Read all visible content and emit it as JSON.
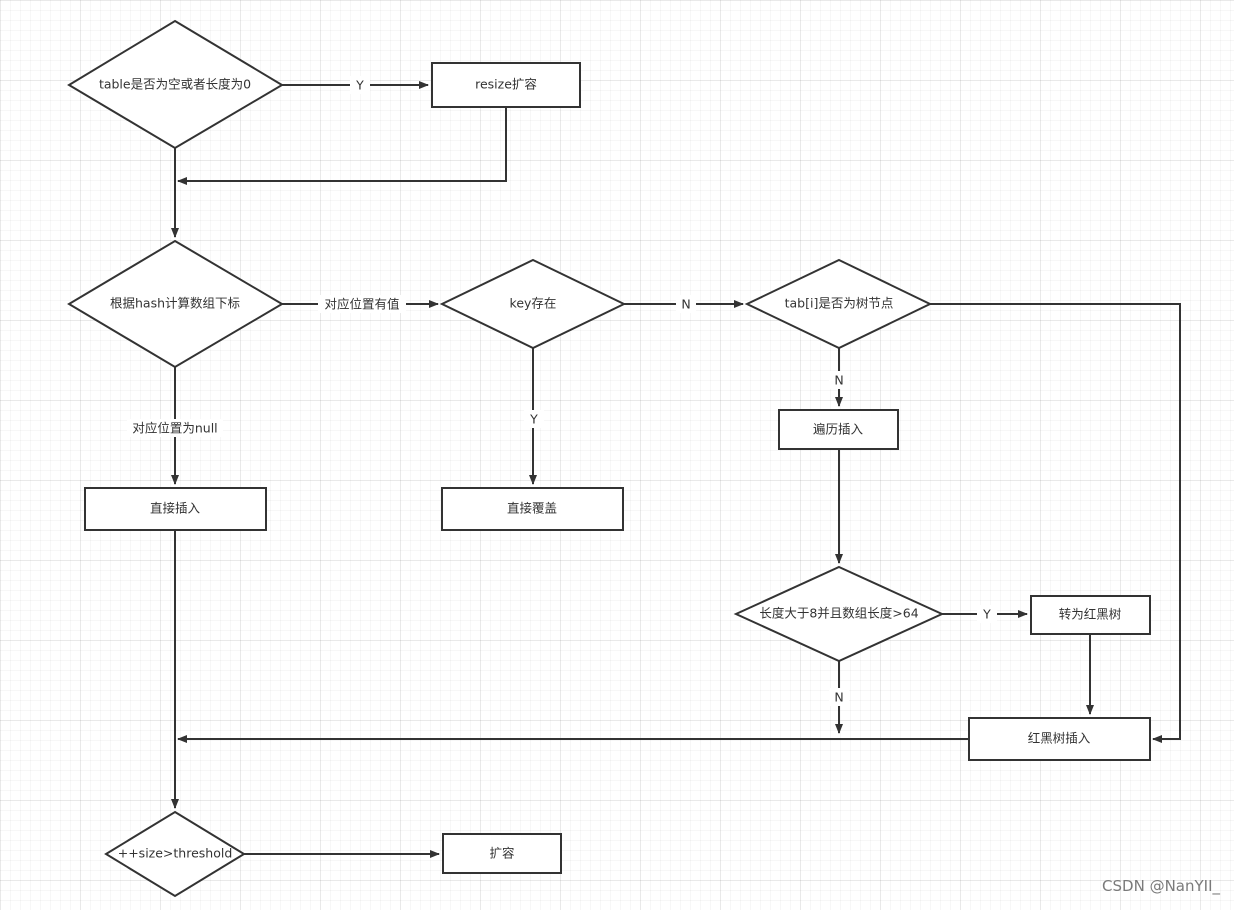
{
  "nodes": {
    "check_table": "table是否为空或者长度为0",
    "resize": "resize扩容",
    "calc_index": "根据hash计算数组下标",
    "key_exists": "key存在",
    "is_tree_node": "tab[i]是否为树节点",
    "traverse_insert": "遍历插入",
    "direct_insert": "直接插入",
    "direct_overwrite": "直接覆盖",
    "length_check": "长度大于8并且数组长度>64",
    "to_red_black": "转为红黑树",
    "red_black_insert": "红黑树插入",
    "size_check": "++size>threshold",
    "expand": "扩容"
  },
  "edge_labels": {
    "table_yes": "Y",
    "slot_has_value": "对应位置有值",
    "key_no": "N",
    "key_yes": "Y",
    "tree_no": "N",
    "slot_null": "对应位置为null",
    "length_yes": "Y",
    "length_no": "N"
  },
  "watermark": "CSDN @NanYII_",
  "colors": {
    "stroke": "#333333",
    "fill": "#ffffff",
    "text": "#333333"
  }
}
